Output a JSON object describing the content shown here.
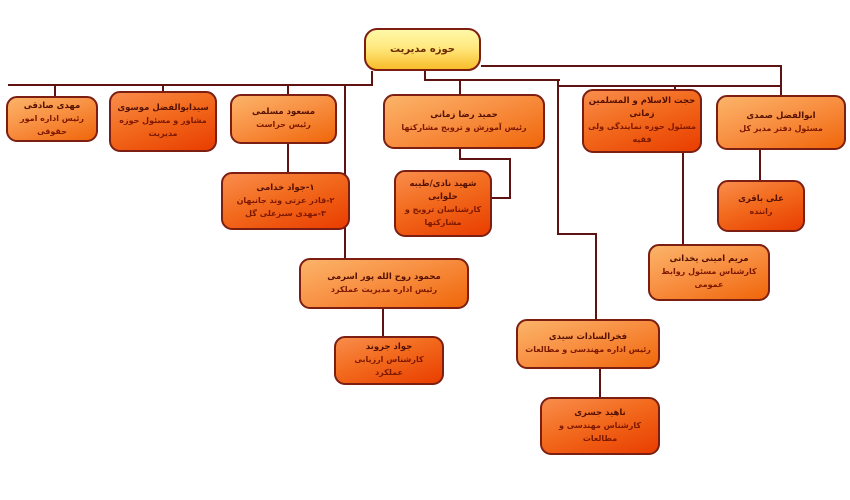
{
  "chart_title": "حوزه مدیریت",
  "root": {
    "label": "حوزه مدیریت"
  },
  "nodes": [
    {
      "name": "مهدی صادقی",
      "title": "رئیس اداره امور حقوقی"
    },
    {
      "name": "سیدابوالفضل موسوی",
      "title": "مشاور و  مسئول حوزه مدیریت"
    },
    {
      "name": "مسعود مسلمی",
      "title": "رئیس حراست"
    },
    {
      "name": "حمید رضا زمانی",
      "title": "رئیس آموزش و ترویج مشارکتها"
    },
    {
      "name": "حجت الاسلام و المسلمین زمانی",
      "title": "مسئول حوزه نمایندگی ولی فقیه"
    },
    {
      "name": "ابوالفضل صمدی",
      "title": "مسئول دفتر مدیر کل"
    },
    {
      "name": "۱-جواد خدامی",
      "title": "۲-قادر عزتی وند جانبهان\n۳-مهدی سبزعلی گل"
    },
    {
      "name": "شهید نادی/طیبه حلوایی",
      "title": "کارشناسان ترویج و مشارکتها"
    },
    {
      "name": "علی باقری",
      "title": "راننده"
    },
    {
      "name": "مریم امینی یخدانی",
      "title": "کارشناس مسئول روابط عمومی"
    },
    {
      "name": "محمود روح الله پور اسرمی",
      "title": "رئیس اداره مدیریت عملکرد"
    },
    {
      "name": "جواد جروند",
      "title": "کارشناس ارزیابی عملکرد"
    },
    {
      "name": "فخرالسادات سیدی",
      "title": "رئیس اداره مهندسی و مطالعات"
    },
    {
      "name": "ناهید جسری",
      "title": "کارشناس مهندسی و مطالعات"
    }
  ],
  "palette": {
    "root_fill_top": "#FFF8A8",
    "root_fill_bottom": "#F9BD2A",
    "node_orange_top": "#FBB469",
    "node_orange_bottom": "#F0660A",
    "node_red_top": "#F98D4C",
    "node_red_bottom": "#E93D00",
    "box_border": "#7C1F12",
    "connector_line": "#5E1212",
    "name_text": "#541000",
    "title_text": "#7D1800"
  }
}
